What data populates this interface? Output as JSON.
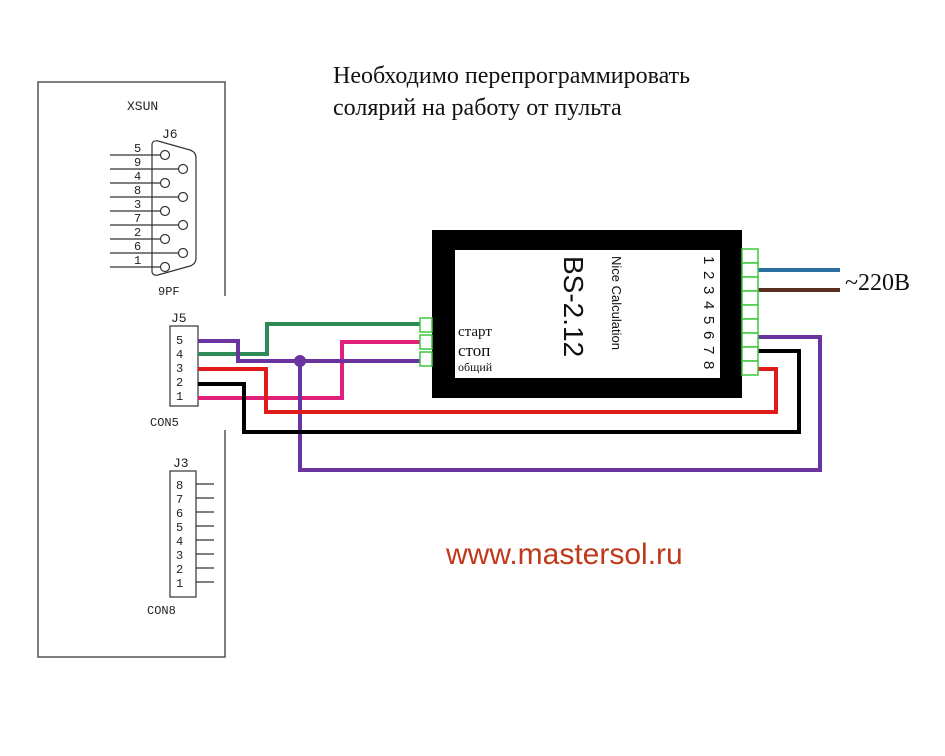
{
  "heading": {
    "line1": "Необходимо перепрограммировать",
    "line2": "солярий на работу от пульта"
  },
  "url": "www.mastersol.ru",
  "board": {
    "name": "XSUN",
    "j6": {
      "label": "J6",
      "type": "9PF",
      "pins": [
        "5",
        "9",
        "4",
        "8",
        "3",
        "7",
        "2",
        "6",
        "1"
      ]
    },
    "j5": {
      "label": "J5",
      "sublabel": "CON5",
      "pins": [
        "5",
        "4",
        "3",
        "2",
        "1"
      ]
    },
    "j3": {
      "label": "J3",
      "sublabel": "CON8",
      "pins": [
        "8",
        "7",
        "6",
        "5",
        "4",
        "3",
        "2",
        "1"
      ]
    }
  },
  "module": {
    "model": "BS-2.12",
    "brand": "Nice Calculation",
    "pins": [
      "1",
      "2",
      "3",
      "4",
      "5",
      "6",
      "7",
      "8"
    ],
    "inputs": {
      "start": "старт",
      "stop": "стоп",
      "common": "общий"
    }
  },
  "power_label": "~220В",
  "colors": {
    "green": "#2e8b57",
    "magenta": "#e0207a",
    "purple": "#6a34a0",
    "red": "#e01b1b",
    "black": "#000000",
    "blue": "#2b6ea0",
    "brown": "#5a2e1e",
    "url": "#c0391b",
    "terminal": "#3cc83c"
  }
}
